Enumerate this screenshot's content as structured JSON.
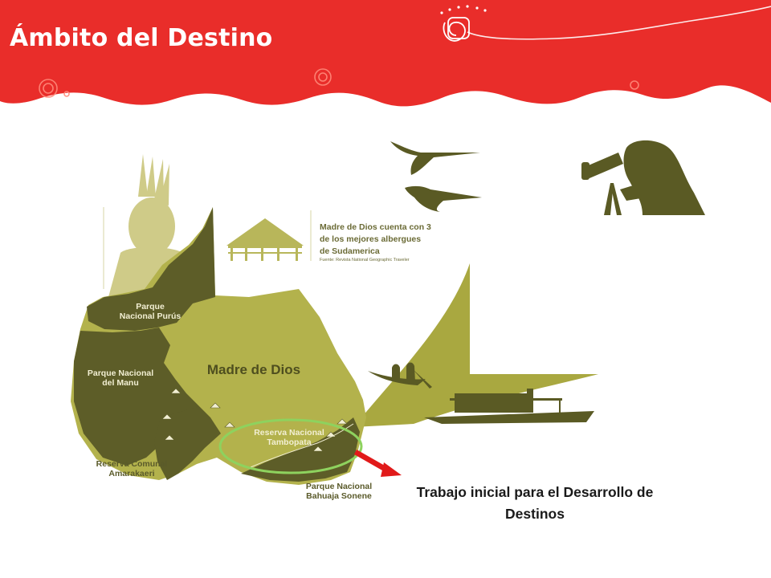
{
  "slide": {
    "title": "Ámbito del Destino"
  },
  "colors": {
    "banner_red": "#e92d2a",
    "map_light": "#b3b24c",
    "map_dark": "#5d5d28",
    "silhouette": "#5a5a24",
    "tourism_olive": "#a9a840",
    "highlight_green": "#8ed25e",
    "arrow_red": "#e11a1a"
  },
  "info_box": {
    "text": "Madre de Dios cuenta con 3 de los mejores albergues de Sudamerica",
    "source": "Fuente: Revista National Geographic Traveler"
  },
  "map": {
    "region": "Madre de Dios",
    "labels": {
      "purus": "Parque Nacional Purús",
      "manu": "Parque Nacional del Manu",
      "amarakaeri": "Reserva Comunal Amarakaeri",
      "tambopata": "Reserva Nacional Tambopata",
      "bahuaja": "Parque Nacional Bahuaja Sonene"
    }
  },
  "caption": {
    "text": "Trabajo inicial para el Desarrollo de Destinos"
  }
}
